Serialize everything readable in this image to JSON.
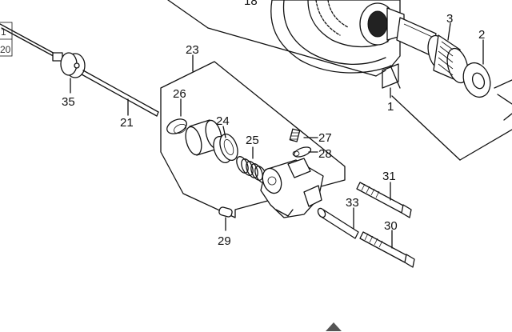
{
  "callouts": {
    "c1": "1",
    "c2": "2",
    "c3": "3",
    "c18": "18",
    "c21": "21",
    "c23": "23",
    "c24": "24",
    "c25": "25",
    "c26": "26",
    "c27": "27",
    "c28": "28",
    "c29": "29",
    "c30": "30",
    "c31": "31",
    "c33": "33",
    "c35": "35"
  },
  "left_edge_fragments": {
    "top": "1",
    "bottom": "20"
  },
  "colors": {
    "ink": "#111111",
    "background": "#ffffff",
    "scroll_arrow": "#555555"
  },
  "icons": {
    "scroll_control": "triangle-up-icon"
  }
}
